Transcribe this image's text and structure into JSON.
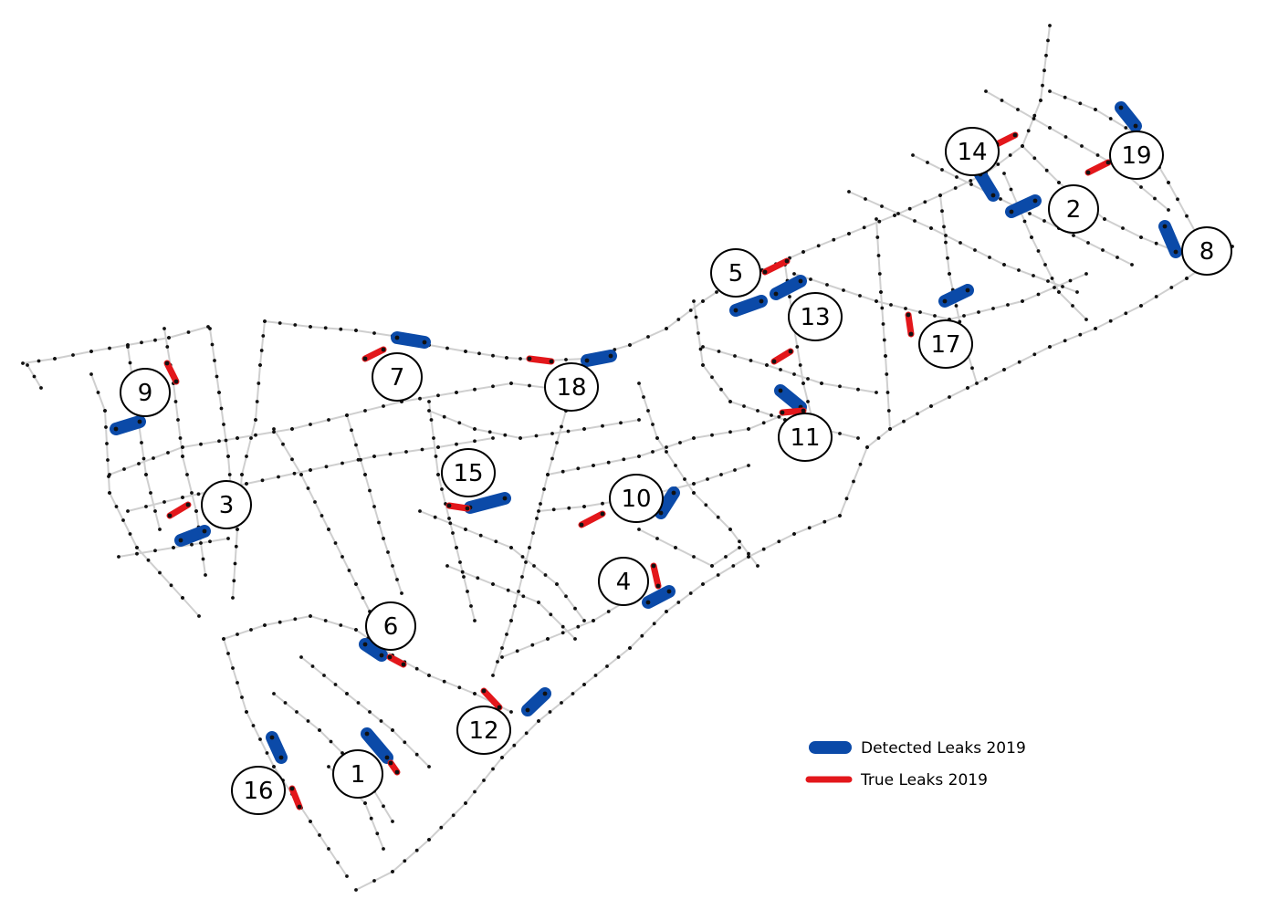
{
  "map": {
    "colors": {
      "detected": "#0b4aa8",
      "true_leak": "#e3171b",
      "pipe": "#cfcfcf",
      "node": "#111111",
      "background": "#ffffff"
    },
    "zone_labels": [
      "1",
      "2",
      "3",
      "4",
      "5",
      "6",
      "7",
      "8",
      "9",
      "10",
      "11",
      "12",
      "13",
      "14",
      "15",
      "16",
      "17",
      "18",
      "19"
    ],
    "legend": {
      "detected_label": "Detected Leaks 2019",
      "true_label": "True Leaks 2019"
    }
  }
}
